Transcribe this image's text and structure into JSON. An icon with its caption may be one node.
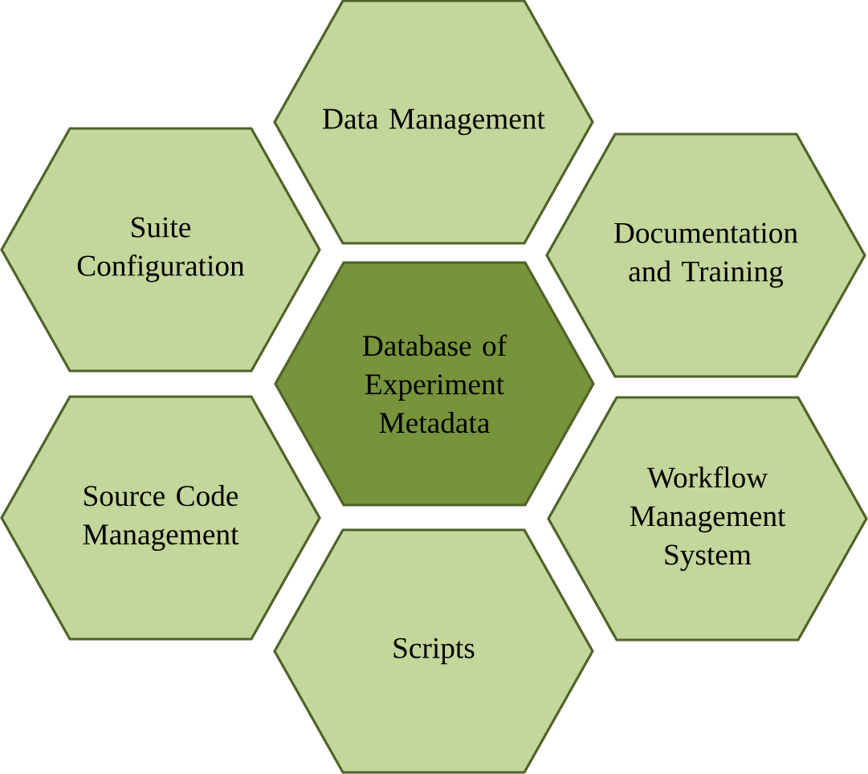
{
  "diagram": {
    "nodes": [
      {
        "text": [
          "Data Management"
        ]
      },
      {
        "text": [
          "Suite Configuration"
        ]
      },
      {
        "text": [
          "Documentation and Training"
        ]
      },
      {
        "text": [
          "Database of Experiment Metadata"
        ]
      },
      {
        "text": [
          "Source Code Management"
        ]
      },
      {
        "text": [
          "Workflow Management System"
        ]
      },
      {
        "text": [
          "Scripts"
        ]
      }
    ]
  }
}
